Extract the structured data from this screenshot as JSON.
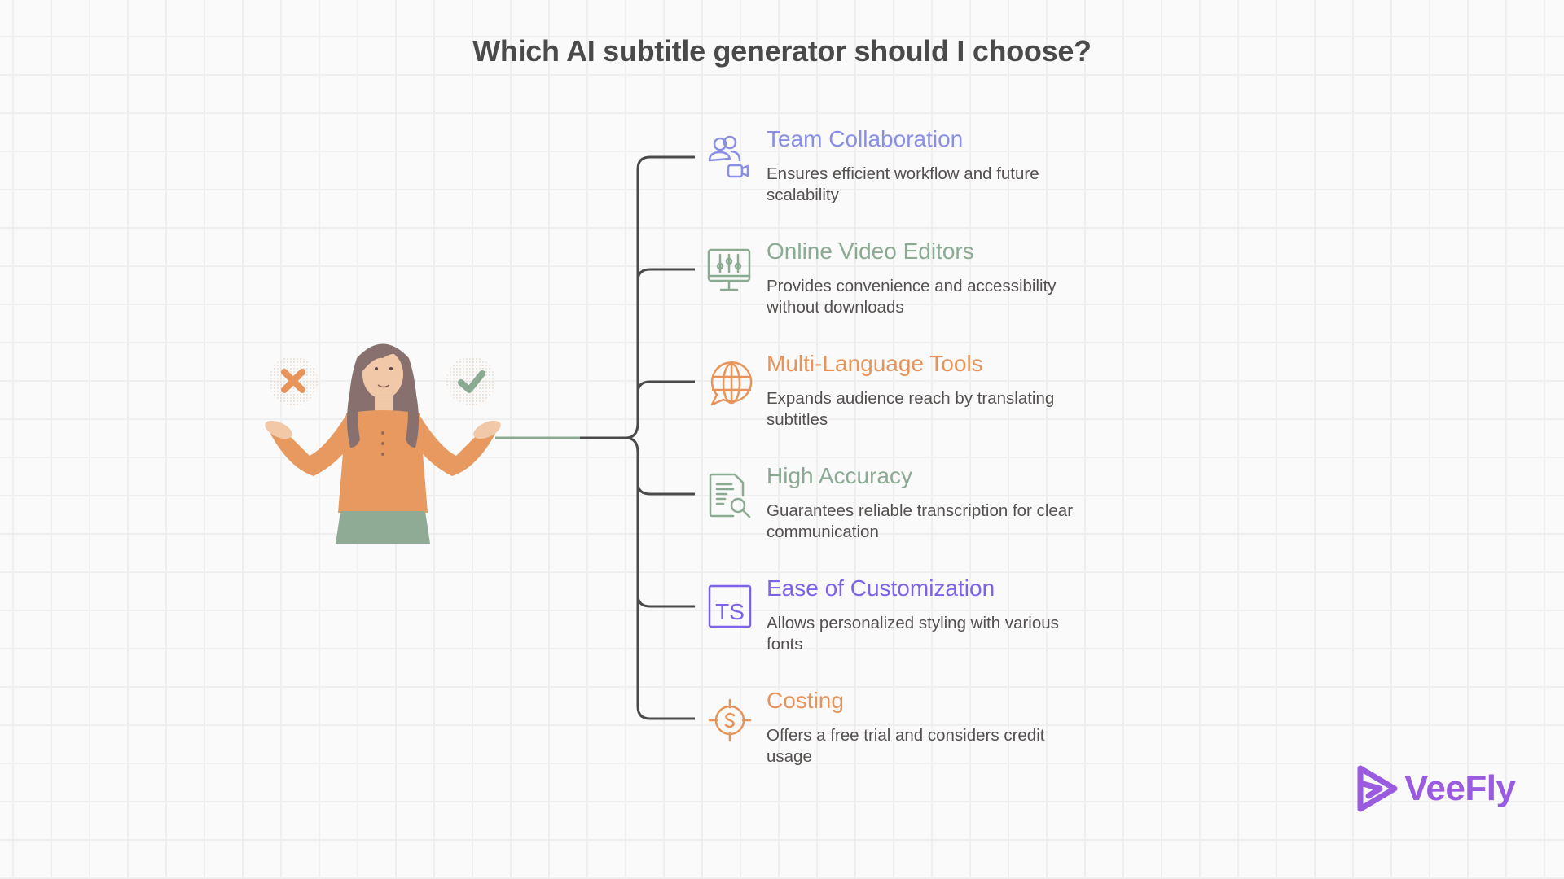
{
  "title": "Which AI subtitle generator should I choose?",
  "colors": {
    "purple": "#8a8fe6",
    "green": "#8aab92",
    "orange": "#e8935a",
    "violet": "#7e62e8",
    "connector": "#4a4a4a",
    "text": "#555050",
    "logo": "#9a5be0"
  },
  "items": [
    {
      "heading": "Team Collaboration",
      "description": "Ensures efficient workflow and future scalability",
      "icon": "team-video-icon",
      "color": "#8a8fe6"
    },
    {
      "heading": "Online Video Editors",
      "description": "Provides convenience and accessibility without downloads",
      "icon": "monitor-sliders-icon",
      "color": "#8aab92"
    },
    {
      "heading": "Multi-Language Tools",
      "description": "Expands audience reach by translating subtitles",
      "icon": "globe-chat-icon",
      "color": "#e8935a"
    },
    {
      "heading": "High Accuracy",
      "description": "Guarantees reliable transcription for clear communication",
      "icon": "document-search-icon",
      "color": "#8aab92"
    },
    {
      "heading": "Ease of Customization",
      "description": "Allows personalized styling with various fonts",
      "icon": "ts-font-icon",
      "color": "#7e62e8"
    },
    {
      "heading": "Costing",
      "description": "Offers a free trial and considers credit usage",
      "icon": "dollar-target-icon",
      "color": "#e8935a"
    }
  ],
  "illustration": {
    "subject": "woman-shrugging",
    "left_symbol": "cross-icon",
    "right_symbol": "check-icon"
  },
  "logo": {
    "text": "VeeFly"
  }
}
